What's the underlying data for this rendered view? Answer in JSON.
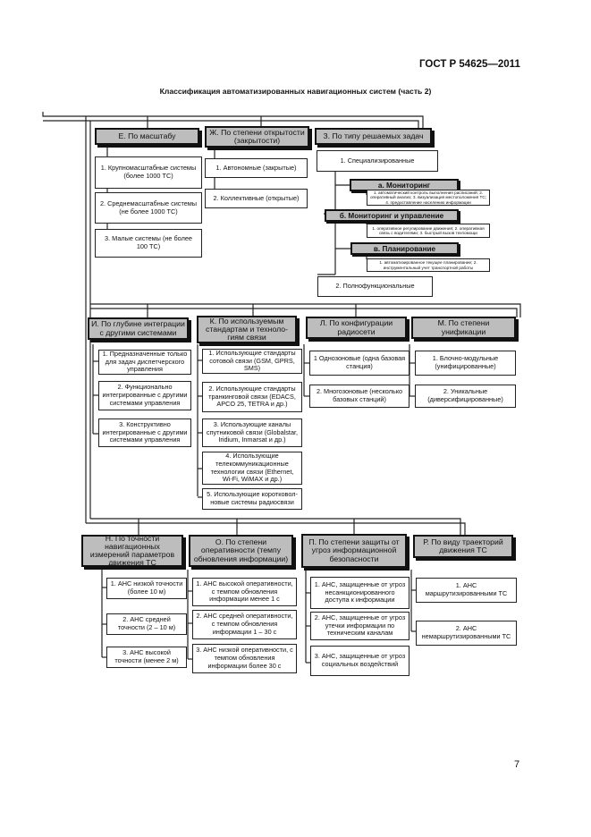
{
  "header": {
    "standard": "ГОСТ Р 54625—2011"
  },
  "title": "Классификация автоматизированных навигационных систем (часть 2)",
  "page_number": "7",
  "groups": {
    "E": {
      "title": "Е. По масштабу",
      "items": [
        "1. Крупномасштабные системы (более 1000 ТС)",
        "2. Среднемасштабные системы (не более 1000 ТС)",
        "3. Малые системы (не более 100 ТС)"
      ]
    },
    "Zh": {
      "title": "Ж. По степени открытости (закрытости)",
      "items": [
        "1. Автономные (закрытые)",
        "2. Коллективные (открытые)"
      ]
    },
    "Z": {
      "title": "З. По типу решаемых задач",
      "specialized": "1. Специализированные",
      "multifunctional": "2. Полнофункциональные",
      "subgroups": [
        {
          "title": "а. Мониторинг",
          "desc": "1. автоматический контроль выполнения расписаний; 2. оперативный анализ; 3. визуализация местоположения ТС; 4. предоставление населению информации"
        },
        {
          "title": "б. Мониторинг и управление",
          "desc": "1. оперативное регулирование движения; 2. оперативная связь с водителями; 3. быстрый вызов техпомощи"
        },
        {
          "title": "в. Планирование",
          "desc": "1. автоматизированное текущее планирование; 2. инструментальный учет транспортной работы"
        }
      ]
    },
    "I": {
      "title": "И. По глубине интеграции с другими системами",
      "items": [
        "1. Предназначенные только для задач диспетчерского управления",
        "2. Функционально интегрированные с другими системами управления",
        "3. Конструктивно интегрированные с другими системами управления"
      ]
    },
    "K": {
      "title": "К. По используемым стандартам и техноло-гиям связи",
      "items": [
        "1. Использующие стандарты сотовой связи (GSM, GPRS, SMS)",
        "2. Использующие стандарты транкинговой связи (EDACS, APCO 25, TETRA и др.)",
        "3. Использующие каналы спутниковой связи (Globalstar, Iridium, Inmarsat и др.)",
        "4. Использующие телекоммуникационные технологии связи (Ethernet, Wi-Fi, WiMAX и др.)",
        "5. Использующие коротковол-новые системы радиосвязи"
      ]
    },
    "L": {
      "title": "Л. По конфигурации радиосети",
      "items": [
        "1 Однозоновые (одна базовая станция)",
        "2. Многозоновые (несколько базовых станций)"
      ]
    },
    "M": {
      "title": "М. По степени унификации",
      "items": [
        "1. Блочно-модульные (унифицированные)",
        "2. Уникальные (диверсифицированные)"
      ]
    },
    "N": {
      "title": "Н. По точности навигационных измерений параметров движения ТС",
      "items": [
        "1. АНС низкой точности (более 10 м)",
        "2. АНС средней точности (2 – 10 м)",
        "3. АНС высокой точности (менее 2 м)"
      ]
    },
    "O": {
      "title": "О. По степени оперативности (темпу обновления информации)",
      "items": [
        "1. АНС высокой оперативности, с темпом обновления информации менее 1 с",
        "2. АНС средней оперативности, с темпом обновления информации 1 – 30 с",
        "3. АНС низкой оперативности, с темпом обновления информации более 30 с"
      ]
    },
    "P": {
      "title": "П. По степени защиты от угроз информационной безопасности",
      "items": [
        "1. АНС, защищенные от угроз несанкционированного доступа к информации",
        "2. АНС, защищенные от угроз утечки информации по техническим каналам",
        "3. АНС, защищенные от угроз социальных воздействий"
      ]
    },
    "R": {
      "title": "Р. По виду траекторий движения ТС",
      "items": [
        "1. АНС маршрутизированными ТС",
        "2. АНС немаршрутизированными ТС"
      ]
    }
  }
}
